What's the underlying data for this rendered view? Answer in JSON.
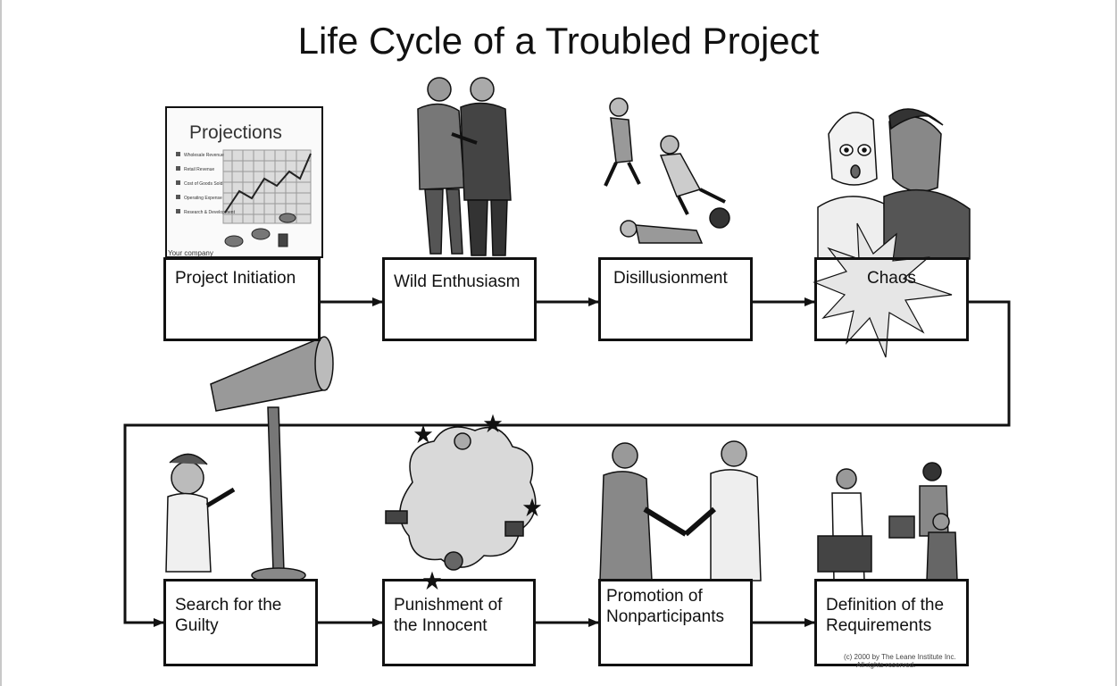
{
  "title": "Life Cycle of a Troubled Project",
  "stages": [
    {
      "label": "Project Initiation",
      "illustration": "projections-chart-icon"
    },
    {
      "label": "Wild Enthusiasm",
      "illustration": "two-businessmen-walking-icon"
    },
    {
      "label": "Disillusionment",
      "illustration": "collapsed-people-icon"
    },
    {
      "label": "Chaos",
      "illustration": "whispering-people-burst-icon"
    },
    {
      "label": "Search for the Guilty",
      "illustration": "megaphone-shouting-icon"
    },
    {
      "label": "Punishment of the Innocent",
      "illustration": "fight-cloud-icon"
    },
    {
      "label": "Promotion of Nonparticipants",
      "illustration": "handshake-icon"
    },
    {
      "label": "Definition of the Requirements",
      "illustration": "office-workers-icon"
    }
  ],
  "projections_chart": {
    "heading": "Projections",
    "legend": [
      "Wholesale Revenue",
      "Retail Revenue",
      "Cost of Goods Sold",
      "Operating Expense",
      "Research & Development"
    ],
    "footer": "Your company"
  },
  "copyright": [
    "(c) 2000 by The Leane Institute Inc.",
    "All rights reserved."
  ]
}
